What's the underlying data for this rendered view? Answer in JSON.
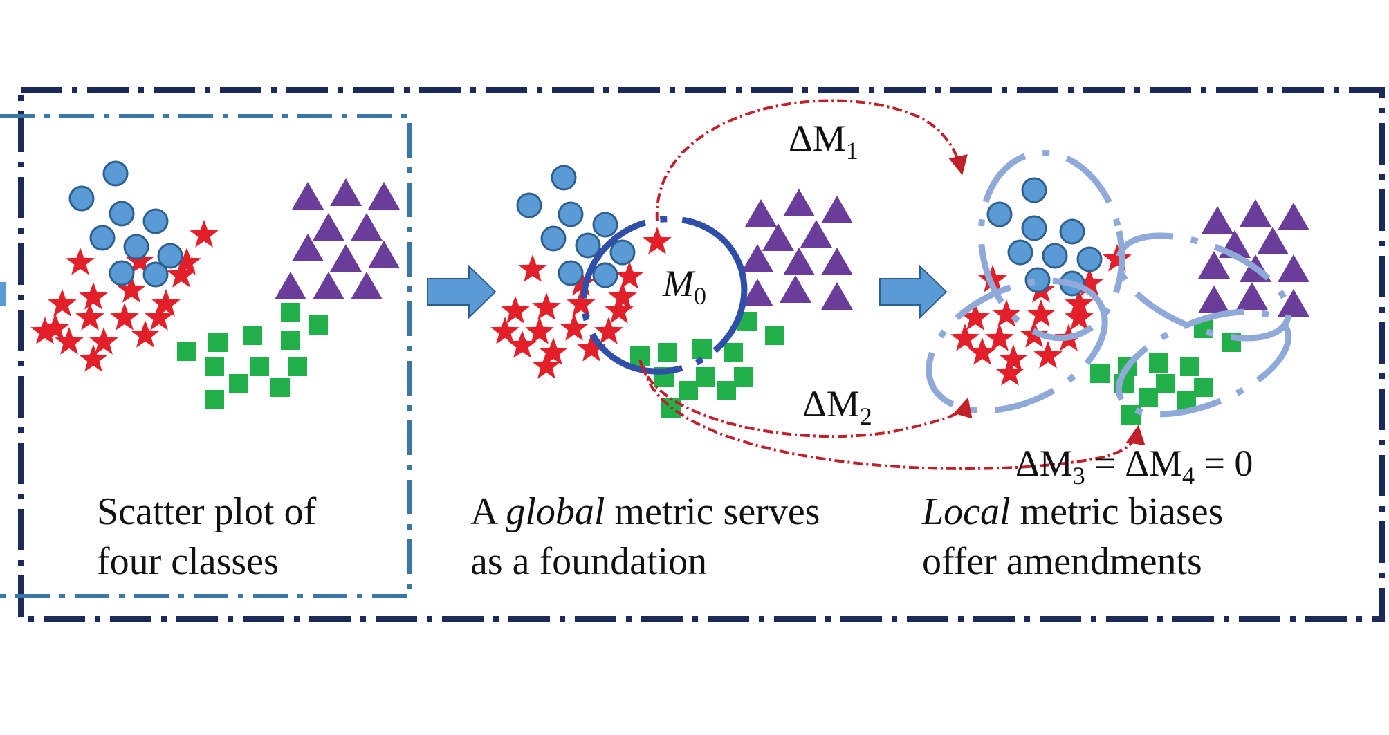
{
  "colors": {
    "frame_outer": "#1c2a5a",
    "frame_inner": "#3b78a6",
    "circle_fill": "#5b9bd5",
    "circle_stroke": "#2e5f8f",
    "star": "#e3202a",
    "triangle": "#6a3d9a",
    "square": "#22b04b",
    "arrow": "#5b9bd5",
    "metric_global": "#2f4fa8",
    "metric_local": "#8fa9d9",
    "delta_curve": "#c0202a"
  },
  "icons": [
    "circle-marker",
    "star-marker",
    "triangle-marker",
    "square-marker",
    "right-arrow"
  ],
  "panels": {
    "panel1": {
      "line1": "Scatter plot of",
      "line2": "four classes"
    },
    "panel2": {
      "line1_prefix": "A ",
      "line1_italic": "global",
      "line1_suffix": " metric serves",
      "line2": "as a foundation"
    },
    "panel3": {
      "line1_italic": "Local",
      "line1_suffix": " metric biases",
      "line2": "offer amendments"
    }
  },
  "math": {
    "m0": {
      "symbol": "M",
      "sub": "0"
    },
    "dm1": {
      "symbol": "ΔM",
      "sub": "1"
    },
    "dm2": {
      "symbol": "ΔM",
      "sub": "2"
    },
    "dm34": {
      "a": "ΔM",
      "a_sub": "3",
      "eq1": " = ",
      "b": "ΔM",
      "b_sub": "4",
      "eq2": " = 0"
    }
  }
}
